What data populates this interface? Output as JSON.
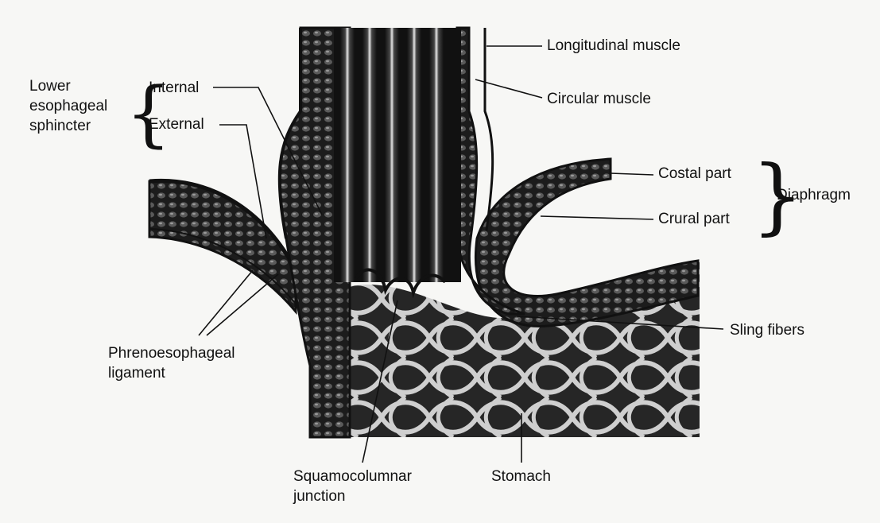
{
  "labels": {
    "lower_esophageal_sphincter": [
      "Lower",
      "esophageal",
      "sphincter"
    ],
    "internal": "Internal",
    "external": "External",
    "longitudinal_muscle": "Longitudinal muscle",
    "circular_muscle": "Circular muscle",
    "costal_part": "Costal part",
    "crural_part": "Crural part",
    "diaphragm": "Diaphragm",
    "sling_fibers": "Sling fibers",
    "phrenoesophageal_ligament": [
      "Phrenoesophageal",
      "ligament"
    ],
    "squamocolumnar_junction": [
      "Squamocolumnar",
      "junction"
    ],
    "stomach": "Stomach"
  },
  "colors": {
    "ink": "#111111",
    "background": "#f7f7f5",
    "muscle_fill": "#1c1c1c",
    "fold_light": "#d9d9d9"
  }
}
